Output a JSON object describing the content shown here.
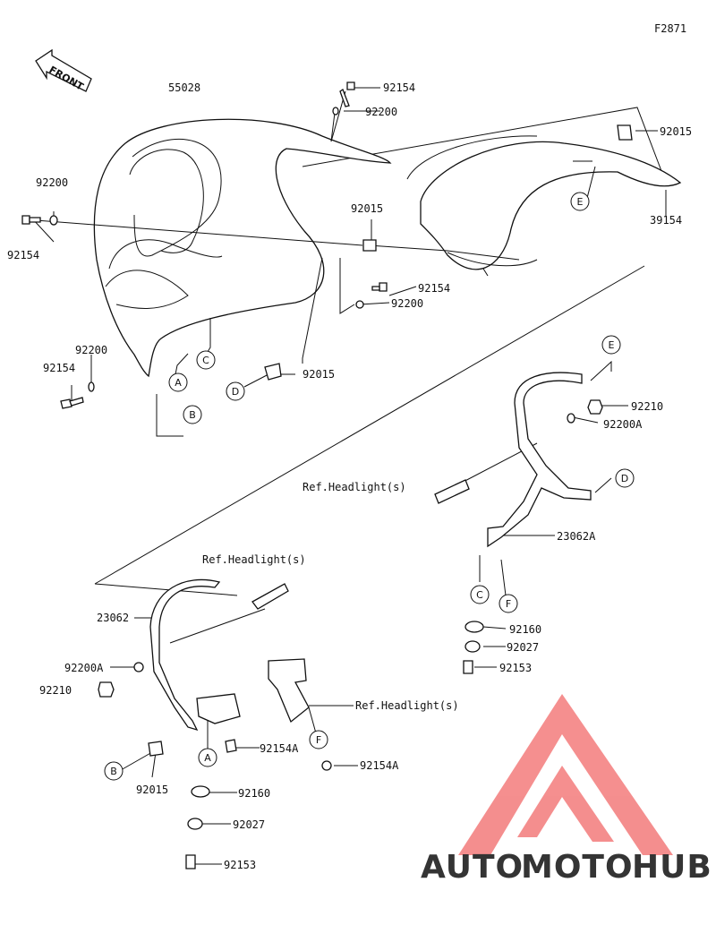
{
  "figure_id": "F2871",
  "front_label": "FRONT",
  "parts": [
    {
      "key": "p55028",
      "text": "55028"
    },
    {
      "key": "p92154_top",
      "text": "92154"
    },
    {
      "key": "p92200_top",
      "text": "92200"
    },
    {
      "key": "p92015_top",
      "text": "92015"
    },
    {
      "key": "p92200_left",
      "text": "92200"
    },
    {
      "key": "p92154_left",
      "text": "92154"
    },
    {
      "key": "p92015_mid",
      "text": "92015"
    },
    {
      "key": "p39154",
      "text": "39154"
    },
    {
      "key": "p92154_mid",
      "text": "92154"
    },
    {
      "key": "p92200_mid",
      "text": "92200"
    },
    {
      "key": "p92200_low",
      "text": "92200"
    },
    {
      "key": "p92154_low",
      "text": "92154"
    },
    {
      "key": "p92015_low",
      "text": "92015"
    },
    {
      "key": "p92210_r",
      "text": "92210"
    },
    {
      "key": "p92200A_r",
      "text": "92200A"
    },
    {
      "key": "ref_r",
      "text": "Ref.Headlight(s)"
    },
    {
      "key": "p23062A",
      "text": "23062A"
    },
    {
      "key": "p92160_r",
      "text": "92160"
    },
    {
      "key": "p92027_r",
      "text": "92027"
    },
    {
      "key": "p92153_r",
      "text": "92153"
    },
    {
      "key": "ref_l",
      "text": "Ref.Headlight(s)"
    },
    {
      "key": "p23062",
      "text": "23062"
    },
    {
      "key": "p92200A_l",
      "text": "92200A"
    },
    {
      "key": "p92210_l",
      "text": "92210"
    },
    {
      "key": "ref_c",
      "text": "Ref.Headlight(s)"
    },
    {
      "key": "p92154A_a",
      "text": "92154A"
    },
    {
      "key": "p92015_b",
      "text": "92015"
    },
    {
      "key": "p92154A_b",
      "text": "92154A"
    },
    {
      "key": "p92160_l",
      "text": "92160"
    },
    {
      "key": "p92027_l",
      "text": "92027"
    },
    {
      "key": "p92153_l",
      "text": "92153"
    }
  ],
  "callouts": [
    {
      "key": "cA1",
      "text": "A"
    },
    {
      "key": "cB1",
      "text": "B"
    },
    {
      "key": "cC1",
      "text": "C"
    },
    {
      "key": "cD1",
      "text": "D"
    },
    {
      "key": "cE1",
      "text": "E"
    },
    {
      "key": "cE2",
      "text": "E"
    },
    {
      "key": "cD2",
      "text": "D"
    },
    {
      "key": "cC2",
      "text": "C"
    },
    {
      "key": "cF1",
      "text": "F"
    },
    {
      "key": "cB2",
      "text": "B"
    },
    {
      "key": "cA2",
      "text": "A"
    },
    {
      "key": "cF2",
      "text": "F"
    }
  ],
  "watermark": {
    "auto": "AUTO",
    "moto": "MOTO",
    "hub": "HUB",
    "colors": {
      "auto": "#f5b547",
      "moto": "#f08a8a",
      "hub": "#9a9a9a",
      "logo": "#f37b7b"
    }
  }
}
